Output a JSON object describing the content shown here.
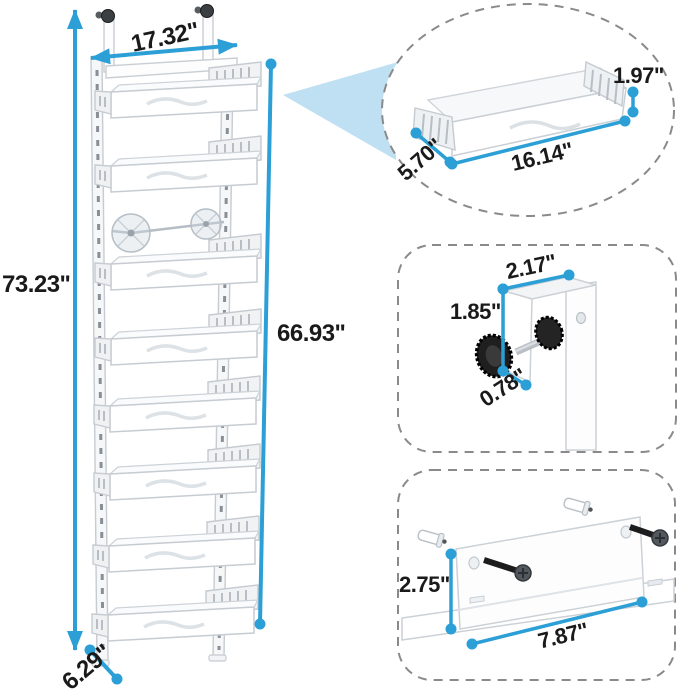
{
  "colors": {
    "measure_accent": "#2C9FD6",
    "callout_wedge": "#BEE0F2",
    "dashed_outline": "#8A8A8A",
    "label_text": "#1A1A1A"
  },
  "main_diagram": {
    "total_height": "73.23\"",
    "top_width": "17.32\"",
    "rack_height": "66.93\"",
    "depth": "6.29\""
  },
  "basket_inset": {
    "basket_height": "1.97\"",
    "basket_length": "16.14\"",
    "basket_depth": "5.70\""
  },
  "hook_inset": {
    "hook_width": "2.17\"",
    "hook_height": "1.85\"",
    "hook_gap": "0.78\""
  },
  "bracket_inset": {
    "bracket_height": "2.75\"",
    "bracket_length": "7.87\""
  }
}
